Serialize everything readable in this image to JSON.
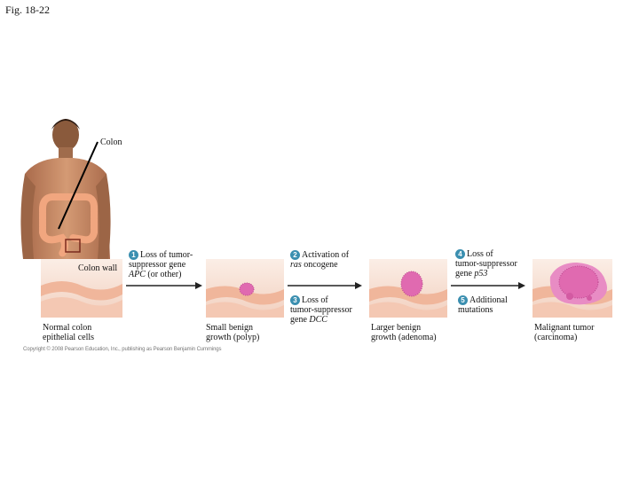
{
  "figure": {
    "title": "Fig. 18-22"
  },
  "labels": {
    "colon": "Colon",
    "colon_wall": "Colon wall",
    "normal_1": "Normal colon",
    "normal_2": "epithelial cells",
    "polyp_1": "Small benign",
    "polyp_2": "growth (polyp)",
    "adenoma_1": "Larger benign",
    "adenoma_2": "growth (adenoma)",
    "carcinoma_1": "Malignant tumor",
    "carcinoma_2": "(carcinoma)"
  },
  "steps": [
    {
      "num": "1",
      "line1": "Loss of tumor-",
      "line2": "suppressor gene",
      "line3_italic": "APC",
      "line3_rest": " (or other)"
    },
    {
      "num": "2",
      "line1": "Activation of",
      "line2_italic": "ras",
      "line2_rest": " oncogene"
    },
    {
      "num": "3",
      "line1": "Loss of",
      "line2": "tumor-suppressor",
      "line3_rest": "gene ",
      "line3_italic": "DCC"
    },
    {
      "num": "4",
      "line1": "Loss of",
      "line2": "tumor-suppressor",
      "line3_rest": "gene ",
      "line3_italic": "p53"
    },
    {
      "num": "5",
      "line1": "Additional",
      "line2": "mutations"
    }
  ],
  "copyright": "Copyright © 2008 Pearson Education, Inc., publishing as Pearson Benjamin Cummings",
  "colors": {
    "tissue": "#f2c9b4",
    "lumen": "#f5ddd0",
    "tumor": "#e06ab0",
    "arrow": "#222222",
    "skin": "#c98d66",
    "colon": "#f1a67f"
  }
}
